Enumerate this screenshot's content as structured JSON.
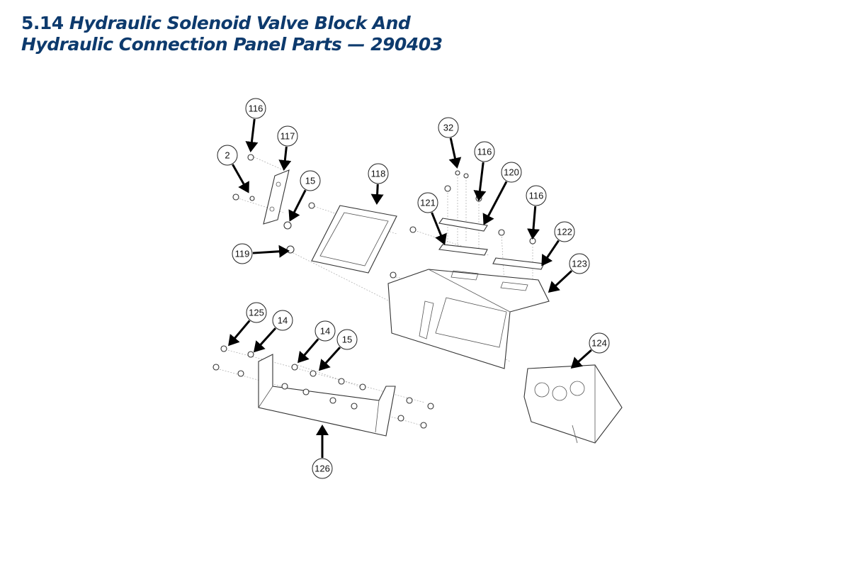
{
  "title": {
    "section_number": "5.14",
    "line1": "Hydraulic Solenoid Valve Block And",
    "line2": "Hydraulic Connection Panel Parts — 290403"
  },
  "diagram": {
    "callouts": [
      "116",
      "117",
      "2",
      "15",
      "118",
      "32",
      "116",
      "120",
      "121",
      "116",
      "122",
      "123",
      "119",
      "125",
      "14",
      "14",
      "15",
      "124",
      "126"
    ]
  },
  "colors": {
    "title": "#0d3a6d"
  }
}
